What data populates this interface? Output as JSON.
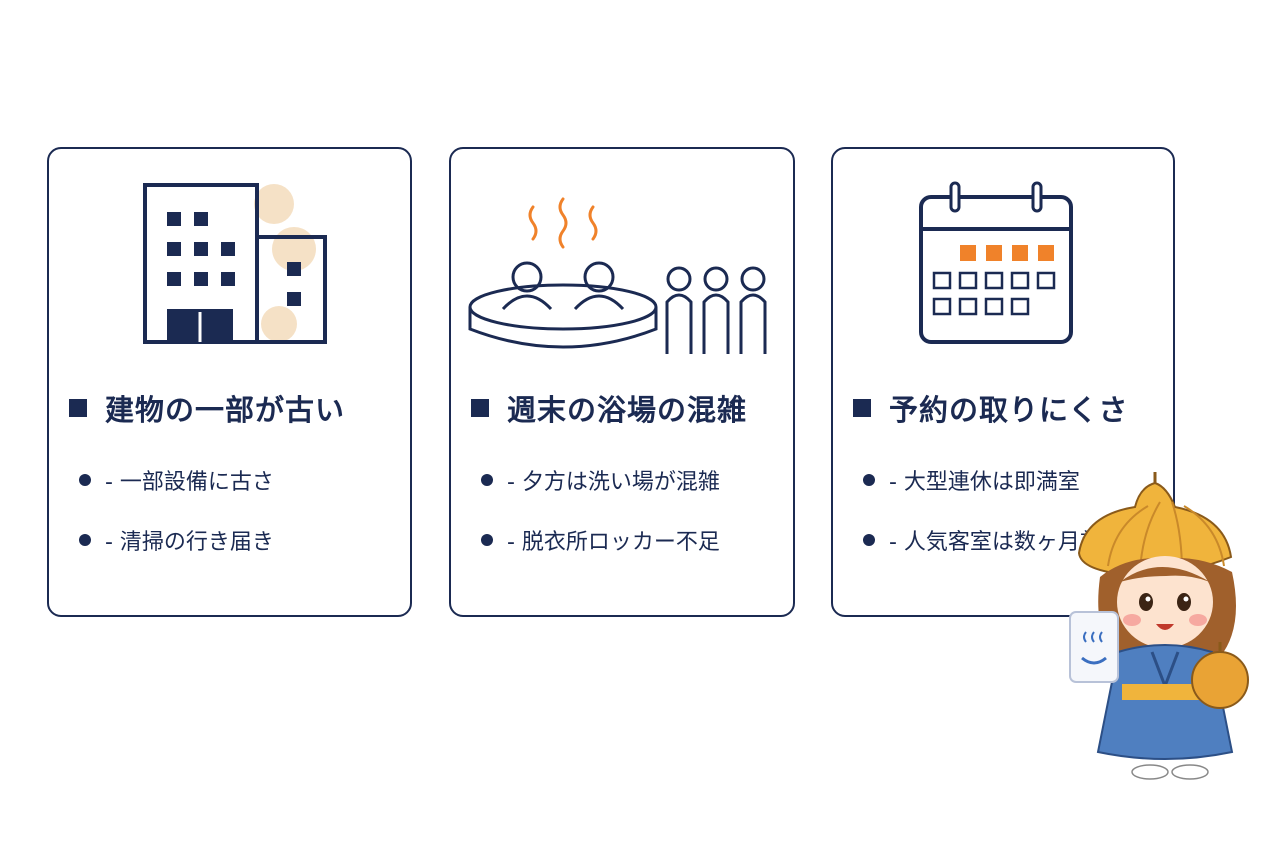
{
  "colors": {
    "navy": "#1b2a52",
    "accent": "#f0822a",
    "beige": "#f3d9b8"
  },
  "cards": [
    {
      "title": "建物の一部が古い",
      "icon": "building-icon",
      "bullets": [
        "- 一部設備に古さ",
        "- 清掃の行き届き"
      ]
    },
    {
      "title": "週末の浴場の混雑",
      "icon": "crowded-bath-icon",
      "bullets": [
        "- 夕方は洗い場が混雑",
        "- 脱衣所ロッカー不足"
      ]
    },
    {
      "title": "予約の取りにくさ",
      "icon": "calendar-icon",
      "bullets": [
        "- 大型連休は即満室",
        "- 人気客室は数ヶ月前"
      ]
    }
  ],
  "mascot": {
    "icon": "onion-girl-mascot-icon"
  }
}
